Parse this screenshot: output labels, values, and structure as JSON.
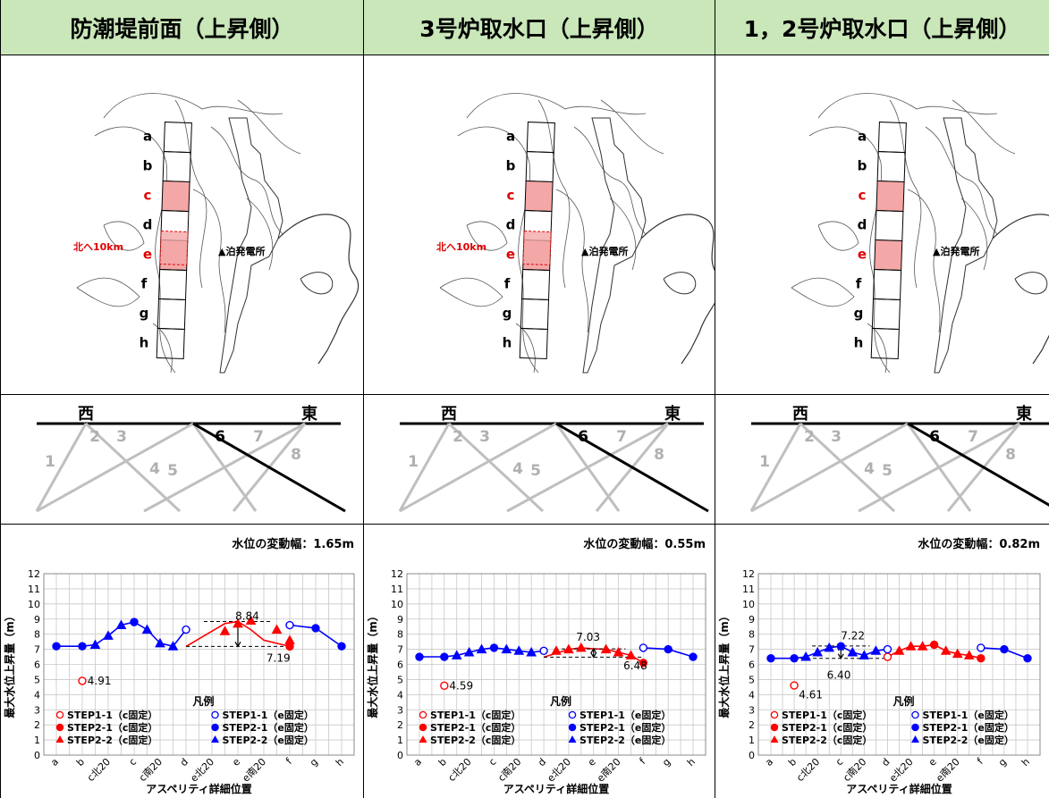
{
  "panels": [
    {
      "title": "防潮堤前面（上昇側）",
      "map": {
        "highlight": [
          "c",
          "e"
        ],
        "dashed_e": true,
        "north_label": "北へ10km",
        "station": "▲泊発電所"
      },
      "fault": {
        "west": "西",
        "east": "東"
      },
      "chart_data": {
        "type": "line",
        "title": "水位の変動幅：1.65m",
        "ylabel": "最大水位上昇量（m）",
        "xlabel": "アスペリティ詳細位置",
        "ylim": [
          0,
          12
        ],
        "categories": [
          "a",
          "b",
          "c北20",
          "c",
          "c南20",
          "d",
          "e北20",
          "e",
          "e南20",
          "f",
          "g",
          "h"
        ],
        "series": [
          {
            "name": "STEP1-1(c固定)",
            "marker": "o",
            "filled": false,
            "color": "#ff0000",
            "points": [
              [
                1,
                4.91
              ]
            ]
          },
          {
            "name": "STEP2-1(c固定)",
            "marker": "o",
            "filled": true,
            "color": "#ff0000",
            "points": [
              [
                9,
                7.19
              ]
            ]
          },
          {
            "name": "STEP2-2(c固定)",
            "marker": "^",
            "filled": true,
            "color": "#ff0000",
            "points": [
              [
                6.5,
                8.2
              ],
              [
                7,
                8.7
              ],
              [
                7.5,
                8.9
              ],
              [
                8.5,
                8.3
              ],
              [
                9,
                7.6
              ]
            ]
          },
          {
            "name": "STEP1-1(e固定)",
            "marker": "o",
            "filled": false,
            "color": "#0000ff",
            "points": [
              [
                5,
                8.3
              ],
              [
                9,
                8.6
              ]
            ]
          },
          {
            "name": "STEP2-1(e固定)",
            "marker": "o",
            "filled": true,
            "color": "#0000ff",
            "points": [
              [
                0,
                7.2
              ],
              [
                1,
                7.2
              ],
              [
                3,
                8.8
              ],
              [
                10,
                8.4
              ],
              [
                11,
                7.2
              ]
            ]
          },
          {
            "name": "STEP2-2(e固定)",
            "marker": "^",
            "filled": true,
            "color": "#0000ff",
            "points": [
              [
                1.5,
                7.3
              ],
              [
                2,
                7.9
              ],
              [
                2.5,
                8.6
              ],
              [
                3.5,
                8.3
              ],
              [
                4,
                7.4
              ],
              [
                4.5,
                7.2
              ]
            ]
          }
        ],
        "bluePath": [
          [
            0,
            7.2
          ],
          [
            1,
            7.2
          ],
          [
            1.5,
            7.3
          ],
          [
            2,
            7.9
          ],
          [
            2.5,
            8.6
          ],
          [
            3,
            8.8
          ],
          [
            3.5,
            8.3
          ],
          [
            4,
            7.4
          ],
          [
            4.5,
            7.2
          ],
          [
            5,
            8.3
          ]
        ],
        "bluePath2": [
          [
            9,
            8.6
          ],
          [
            10,
            8.4
          ],
          [
            11,
            7.2
          ]
        ],
        "redPath": [
          [
            5,
            7.19
          ],
          [
            6,
            8.2
          ],
          [
            6.5,
            8.7
          ],
          [
            7,
            8.84
          ],
          [
            7.5,
            8.3
          ],
          [
            8,
            7.6
          ],
          [
            9,
            7.19
          ]
        ],
        "annotations": [
          {
            "text": "4.91",
            "x": 1.2,
            "y": 4.91
          },
          {
            "text": "8.84",
            "x": 6.9,
            "y": 9.2
          },
          {
            "text": "7.19",
            "x": 8.1,
            "y": 6.4
          }
        ],
        "range": {
          "x": 7,
          "y1": 7.19,
          "y2": 8.84,
          "xs": 5,
          "xe": 9
        },
        "legend": {
          "title": "凡例",
          "items": [
            "STEP1-1（c固定）",
            "STEP1-1（e固定）",
            "STEP2-1（c固定）",
            "STEP2-1（e固定）",
            "STEP2-2（c固定）",
            "STEP2-2（e固定）"
          ]
        }
      }
    },
    {
      "title": "3号炉取水口（上昇側）",
      "map": {
        "highlight": [
          "c",
          "e"
        ],
        "dashed_e": true,
        "north_label": "北へ10km",
        "station": "▲泊発電所"
      },
      "fault": {
        "west": "西",
        "east": "東"
      },
      "chart_data": {
        "type": "line",
        "title": "水位の変動幅：0.55m",
        "ylabel": "最大水位上昇量（m）",
        "xlabel": "アスペリティ詳細位置",
        "ylim": [
          0,
          12
        ],
        "categories": [
          "a",
          "b",
          "c北20",
          "c",
          "c南20",
          "d",
          "e北20",
          "e",
          "e南20",
          "f",
          "g",
          "h"
        ],
        "series": [
          {
            "name": "STEP1-1(c固定)",
            "marker": "o",
            "filled": false,
            "color": "#ff0000",
            "points": [
              [
                1,
                4.59
              ]
            ]
          },
          {
            "name": "STEP2-1(c固定)",
            "marker": "o",
            "filled": true,
            "color": "#ff0000",
            "points": [
              [
                9,
                6.1
              ]
            ]
          },
          {
            "name": "STEP2-2(c固定)",
            "marker": "^",
            "filled": true,
            "color": "#ff0000",
            "points": [
              [
                5.5,
                6.9
              ],
              [
                6,
                7.0
              ],
              [
                6.5,
                7.1
              ],
              [
                7.5,
                7.0
              ],
              [
                8,
                6.8
              ],
              [
                8.5,
                6.6
              ]
            ]
          },
          {
            "name": "STEP1-1(e固定)",
            "marker": "o",
            "filled": false,
            "color": "#0000ff",
            "points": [
              [
                5,
                6.9
              ],
              [
                9,
                7.1
              ]
            ]
          },
          {
            "name": "STEP2-1(e固定)",
            "marker": "o",
            "filled": true,
            "color": "#0000ff",
            "points": [
              [
                0,
                6.5
              ],
              [
                1,
                6.5
              ],
              [
                3,
                7.1
              ],
              [
                10,
                7.0
              ],
              [
                11,
                6.5
              ]
            ]
          },
          {
            "name": "STEP2-2(e固定)",
            "marker": "^",
            "filled": true,
            "color": "#0000ff",
            "points": [
              [
                1.5,
                6.6
              ],
              [
                2,
                6.8
              ],
              [
                2.5,
                7.0
              ],
              [
                3.5,
                7.0
              ],
              [
                4,
                6.9
              ],
              [
                4.5,
                6.8
              ]
            ]
          }
        ],
        "bluePath": [
          [
            0,
            6.5
          ],
          [
            1,
            6.5
          ],
          [
            1.5,
            6.6
          ],
          [
            2,
            6.8
          ],
          [
            2.5,
            7.0
          ],
          [
            3,
            7.1
          ],
          [
            3.5,
            7.0
          ],
          [
            4,
            6.9
          ],
          [
            4.5,
            6.8
          ],
          [
            5,
            6.9
          ]
        ],
        "bluePath2": [
          [
            9,
            7.1
          ],
          [
            10,
            7.0
          ],
          [
            11,
            6.5
          ]
        ],
        "redPath": [
          [
            5,
            6.48
          ],
          [
            6,
            7.0
          ],
          [
            6.5,
            7.1
          ],
          [
            7,
            7.03
          ],
          [
            7.5,
            7.0
          ],
          [
            8,
            6.8
          ],
          [
            8.5,
            6.6
          ],
          [
            9,
            6.1
          ]
        ],
        "annotations": [
          {
            "text": "4.59",
            "x": 1.2,
            "y": 4.59
          },
          {
            "text": "7.03",
            "x": 6.3,
            "y": 7.8
          },
          {
            "text": "6.48",
            "x": 8.2,
            "y": 5.9
          }
        ],
        "range": {
          "x": 7,
          "y1": 6.48,
          "y2": 7.03,
          "xs": 5,
          "xe": 9
        },
        "legend": {
          "title": "凡例",
          "items": [
            "STEP1-1（c固定）",
            "STEP1-1（e固定）",
            "STEP2-1（c固定）",
            "STEP2-1（e固定）",
            "STEP2-2（c固定）",
            "STEP2-2（e固定）"
          ]
        }
      }
    },
    {
      "title": "1，2号炉取水口（上昇側）",
      "map": {
        "highlight": [
          "c",
          "e"
        ],
        "dashed_e": false,
        "north_label": "",
        "station": "▲泊発電所"
      },
      "fault": {
        "west": "西",
        "east": "東"
      },
      "chart_data": {
        "type": "line",
        "title": "水位の変動幅：0.82m",
        "ylabel": "最大水位上昇量（m）",
        "xlabel": "アスペリティ詳細位置",
        "ylim": [
          0,
          12
        ],
        "categories": [
          "a",
          "b",
          "c北20",
          "c",
          "c南20",
          "d",
          "e北20",
          "e",
          "e南20",
          "f",
          "g",
          "h"
        ],
        "series": [
          {
            "name": "STEP1-1(c固定)",
            "marker": "o",
            "filled": false,
            "color": "#ff0000",
            "points": [
              [
                1,
                4.61
              ],
              [
                5,
                6.5
              ]
            ]
          },
          {
            "name": "STEP2-1(c固定)",
            "marker": "o",
            "filled": true,
            "color": "#ff0000",
            "points": [
              [
                7,
                7.3
              ],
              [
                9,
                6.4
              ]
            ]
          },
          {
            "name": "STEP2-2(c固定)",
            "marker": "^",
            "filled": true,
            "color": "#ff0000",
            "points": [
              [
                5.5,
                6.9
              ],
              [
                6,
                7.2
              ],
              [
                6.5,
                7.2
              ],
              [
                7.5,
                6.9
              ],
              [
                8,
                6.7
              ],
              [
                8.5,
                6.6
              ]
            ]
          },
          {
            "name": "STEP1-1(e固定)",
            "marker": "o",
            "filled": false,
            "color": "#0000ff",
            "points": [
              [
                5,
                7.0
              ],
              [
                9,
                7.1
              ]
            ]
          },
          {
            "name": "STEP2-1(e固定)",
            "marker": "o",
            "filled": true,
            "color": "#0000ff",
            "points": [
              [
                0,
                6.4
              ],
              [
                1,
                6.4
              ],
              [
                3,
                7.2
              ],
              [
                10,
                7.0
              ],
              [
                11,
                6.4
              ]
            ]
          },
          {
            "name": "STEP2-2(e固定)",
            "marker": "^",
            "filled": true,
            "color": "#0000ff",
            "points": [
              [
                1.5,
                6.5
              ],
              [
                2,
                6.8
              ],
              [
                2.5,
                7.1
              ],
              [
                3.5,
                6.8
              ],
              [
                4,
                6.6
              ],
              [
                4.5,
                6.9
              ]
            ]
          }
        ],
        "bluePath": [
          [
            0,
            6.4
          ],
          [
            1,
            6.4
          ],
          [
            1.5,
            6.5
          ],
          [
            2,
            6.8
          ],
          [
            2.5,
            7.1
          ],
          [
            3,
            7.22
          ],
          [
            3.5,
            6.8
          ],
          [
            4,
            6.6
          ],
          [
            4.5,
            6.9
          ],
          [
            5,
            7.0
          ]
        ],
        "bluePath2": [
          [
            9,
            7.1
          ],
          [
            10,
            7.0
          ],
          [
            11,
            6.4
          ]
        ],
        "redPath": [
          [
            5,
            6.5
          ],
          [
            5.5,
            6.9
          ],
          [
            6,
            7.2
          ],
          [
            6.5,
            7.2
          ],
          [
            7,
            7.3
          ],
          [
            7.5,
            6.9
          ],
          [
            8,
            6.7
          ],
          [
            8.5,
            6.6
          ],
          [
            9,
            6.4
          ]
        ],
        "annotations": [
          {
            "text": "7.22",
            "x": 3.0,
            "y": 7.9
          },
          {
            "text": "6.40",
            "x": 2.4,
            "y": 5.3
          },
          {
            "text": "4.61",
            "x": 1.2,
            "y": 4.0
          }
        ],
        "range": {
          "x": 3,
          "y1": 6.4,
          "y2": 7.22,
          "xs": 1,
          "xe": 5
        },
        "legend": {
          "title": "凡例",
          "items": [
            "STEP1-1（c固定）",
            "STEP1-1（e固定）",
            "STEP2-1（c固定）",
            "STEP2-1（e固定）",
            "STEP2-2（c固定）",
            "STEP2-2（e固定）"
          ]
        }
      }
    }
  ],
  "map_labels": [
    "a",
    "b",
    "c",
    "d",
    "e",
    "f",
    "g",
    "h"
  ],
  "fault_numbers": [
    "1",
    "2",
    "3",
    "4",
    "5",
    "6",
    "7",
    "8"
  ]
}
